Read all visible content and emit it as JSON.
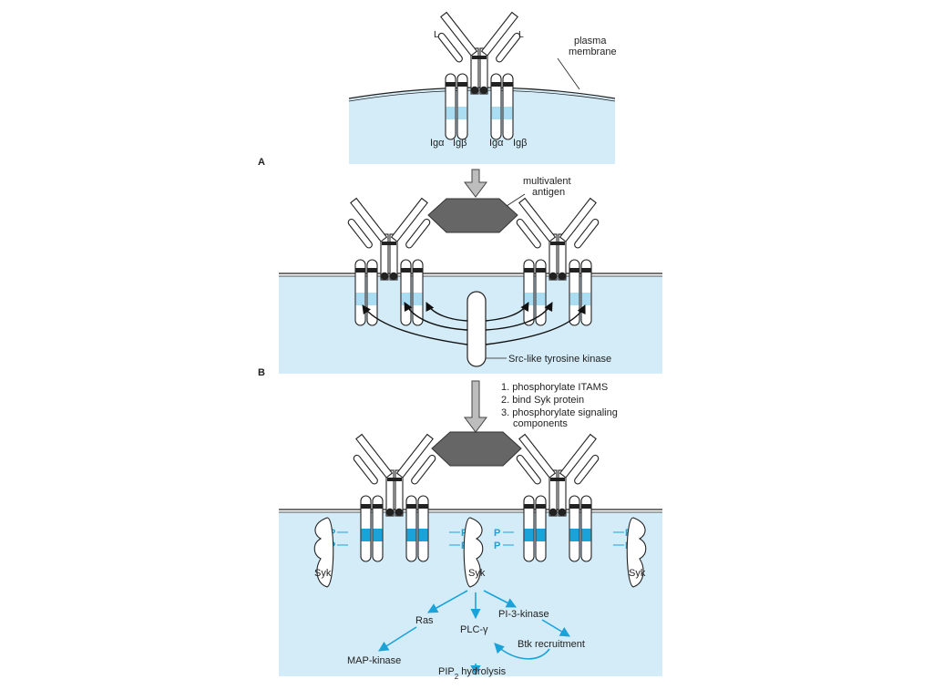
{
  "panel_a": {
    "letter": "A",
    "ligand_left": "L",
    "ligand_right": "L",
    "membrane_label_1": "plasma",
    "membrane_label_2": "membrane",
    "chains": [
      "Igα",
      "Igβ",
      "Igα",
      "Igβ"
    ]
  },
  "panel_b": {
    "letter": "B",
    "antigen_label_1": "multivalent",
    "antigen_label_2": "antigen",
    "kinase_label": "Src-like tyrosine kinase"
  },
  "steps": [
    "1. phosphorylate ITAMS",
    "2. bind Syk protein",
    "3. phosphorylate signaling",
    "components"
  ],
  "panel_c": {
    "phospho": "P",
    "syk": "Syk",
    "ras": "Ras",
    "map_kinase": "MAP-kinase",
    "plc": "PLC-γ",
    "pi3k": "PI-3-kinase",
    "btk": "Btk recruitment",
    "pip2_main": "PIP",
    "pip2_sub": "2",
    "pip2_rest": " hydrolysis"
  },
  "colors": {
    "cytoplasm": "#d4ecf7",
    "itam_light": "#aadcf2",
    "itam_dark": "#1aa3d9",
    "arrow_blue": "#1aa3d9",
    "antigen": "#666666",
    "outline": "#222222"
  }
}
